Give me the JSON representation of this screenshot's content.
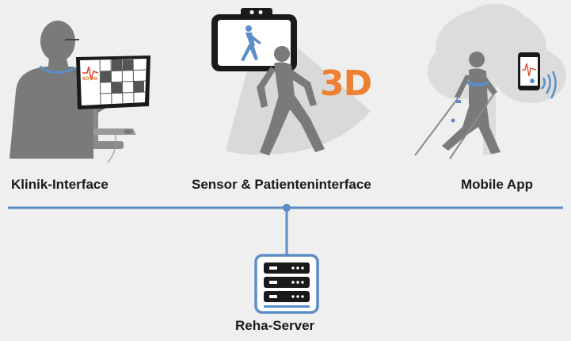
{
  "nodes": {
    "klinik": {
      "label": "Klinik-Interface"
    },
    "sensor": {
      "label": "Sensor & Patienteninterface",
      "badge": "3D"
    },
    "mobile": {
      "label": "Mobile App"
    },
    "server": {
      "label": "Reha-Server"
    }
  },
  "monitor_reading": "60/90",
  "colors": {
    "background": "#efefef",
    "bus_line": "#5b8ec6",
    "accent_3d": "#ee8033",
    "silhouette": "#7f7f7f",
    "highlight_blue": "#4a86c8"
  }
}
